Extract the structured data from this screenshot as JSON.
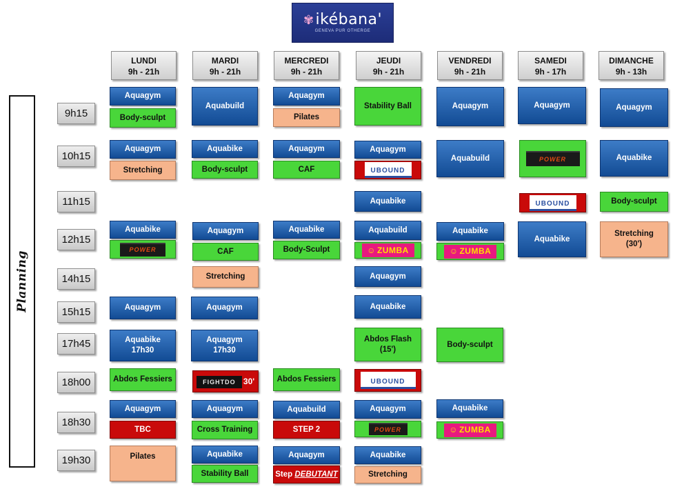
{
  "logo": {
    "brand": "ikébana'",
    "subtitle": "GENEVA PUR OTHERGE"
  },
  "days": [
    {
      "name": "LUNDI",
      "hours": "9h - 21h"
    },
    {
      "name": "MARDI",
      "hours": "9h - 21h"
    },
    {
      "name": "MERCREDI",
      "hours": "9h - 21h"
    },
    {
      "name": "JEUDI",
      "hours": "9h - 21h"
    },
    {
      "name": "VENDREDI",
      "hours": "9h - 21h"
    },
    {
      "name": "SAMEDI",
      "hours": "9h - 17h"
    },
    {
      "name": "DIMANCHE",
      "hours": "9h - 13h"
    }
  ],
  "planning_label": "Planning",
  "times": [
    "9h15",
    "10h15",
    "11h15",
    "12h15",
    "14h15",
    "15h15",
    "17h45",
    "18h00",
    "18h30",
    "19h30"
  ],
  "logos": {
    "power": "POWER",
    "ubound": "UBOUND",
    "zumba": "ZUMBA",
    "fightdo": "FIGHTDO"
  },
  "courses": {
    "mon_915_a": "Aquagym",
    "mon_915_b": "Body-sculpt",
    "tue_915": "Aquabuild",
    "wed_915_a": "Aquagym",
    "wed_915_b": "Pilates",
    "thu_915": "Stability Ball",
    "fri_915": "Aquagym",
    "sat_915": "Aquagym",
    "sun_915": "Aquagym",
    "mon_1015_a": "Aquagym",
    "mon_1015_b": "Stretching",
    "tue_1015_a": "Aquabike",
    "tue_1015_b": "Body-sculpt",
    "wed_1015_a": "Aquagym",
    "wed_1015_b": "CAF",
    "thu_1015_a": "Aquagym",
    "fri_1015": "Aquabuild",
    "sun_1015": "Aquabike",
    "thu_1115": "Aquabike",
    "sun_1115": "Body-sculpt",
    "mon_1215_a": "Aquabike",
    "tue_1215_a": "Aquagym",
    "tue_1215_b": "CAF",
    "wed_1215_a": "Aquabike",
    "wed_1215_b": "Body-Sculpt",
    "thu_1215_a": "Aquabuild",
    "fri_1215_a": "Aquabike",
    "sat_1215": "Aquabike",
    "sun_1215": "Stretching",
    "sun_1215_sub": "(30')",
    "tue_1415": "Stretching",
    "thu_1415": "Aquagym",
    "mon_1515": "Aquagym",
    "tue_1515": "Aquagym",
    "thu_1515": "Aquabike",
    "mon_1745": "Aquabike",
    "mon_1745_sub": "17h30",
    "tue_1745": "Aquagym",
    "tue_1745_sub": "17h30",
    "thu_1745": "Abdos Flash",
    "thu_1745_sub": "(15')",
    "fri_1745": "Body-sculpt",
    "mon_1800": "Abdos Fessiers",
    "tue_1800_suffix": "30'",
    "wed_1800": "Abdos Fessiers",
    "mon_1830_a": "Aquagym",
    "mon_1830_b": "TBC",
    "tue_1830_a": "Aquagym",
    "tue_1830_b": "Cross Training",
    "wed_1830_a": "Aquabuild",
    "wed_1830_b": "STEP 2",
    "thu_1830_a": "Aquagym",
    "fri_1830_a": "Aquabike",
    "mon_1930": "Pilates",
    "tue_1930_a": "Aquabike",
    "tue_1930_b": "Stability Ball",
    "wed_1930_a": "Aquagym",
    "wed_1930_b_pre": "Step ",
    "wed_1930_b_em": "DEBUTANT",
    "thu_1930_a": "Aquabike",
    "thu_1930_b": "Stretching"
  },
  "colors": {
    "blue": "#124b94",
    "green": "#49d63a",
    "peach": "#f6b48c",
    "red": "#c90a0a"
  }
}
